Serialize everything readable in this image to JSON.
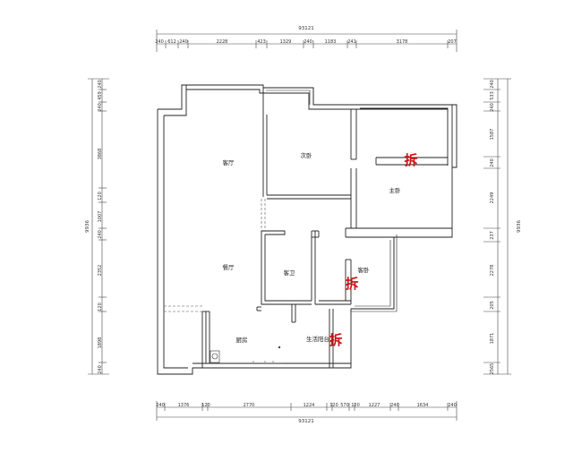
{
  "overall_width": "93121",
  "overall_height": "9936",
  "top_dims": [
    "240",
    "612",
    "240",
    "2228",
    "423",
    "1329",
    "240",
    "1183",
    "241",
    "3178",
    "207"
  ],
  "bottom_dims": [
    "240",
    "1376",
    "120",
    "2770",
    "1224",
    "120",
    "570",
    "120",
    "1227",
    "240",
    "1634",
    "240"
  ],
  "left_dims": [
    "240",
    "459",
    "240",
    "3868",
    "120",
    "1007",
    "240",
    "2352",
    "120",
    "1898",
    "240"
  ],
  "right_dims": [
    "240",
    "533",
    "240",
    "1587",
    "240",
    "2249",
    "237",
    "2278",
    "205",
    "1871",
    "2565"
  ],
  "rooms": {
    "living": "客厅",
    "second_bedroom": "次卧",
    "master_bedroom": "主卧",
    "dining": "餐厅",
    "guest_bath": "客卫",
    "guest_bedroom": "客卧",
    "kitchen": "厨房",
    "laundry_balcony": "生活阳台"
  },
  "demolition_mark": "拆",
  "colors": {
    "wall": "#222222",
    "dim": "#333333",
    "demolition": "#cc1111"
  }
}
